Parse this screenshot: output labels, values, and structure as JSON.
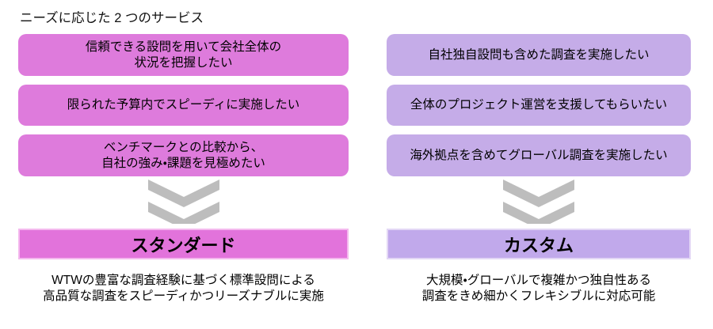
{
  "title": "ニーズに応じた 2 つのサービス",
  "background": "#FFFFFF",
  "text_color": "#000000",
  "icons": {
    "chevron_name": "double-chevron-down",
    "chevron_color": "#BDBDBD"
  },
  "columns": [
    {
      "name": "standard",
      "needs": [
        "信頼できる設問を用いて会社全体の\n状況を把握したい",
        "限られた予算内でスピーディに実施したい",
        "ベンチマークとの比較から、\n自社の強み・課題を見極めたい"
      ],
      "service_name": "スタンダード",
      "description": "WTWの豊富な調査経験に基づく標準設問による\n高品質な調査をスピーディかつリーズナブルに実施",
      "colors": {
        "need_bg": "#DE7BDC",
        "header_bg": "#E273DB",
        "header_border": "#F4B9EE"
      }
    },
    {
      "name": "custom",
      "needs": [
        "自社独自設問も含めた調査を実施したい",
        "全体のプロジェクト運営を支援してもらいたい",
        "海外拠点を含めてグローバル調査を実施したい"
      ],
      "service_name": "カスタム",
      "description": "大規模・グローバルで複雑かつ独自性ある\n調査をきめ細かくフレキシブルに対応可能",
      "colors": {
        "need_bg": "#C5ACE8",
        "header_bg": "#C1A9EB",
        "header_border": "#E3D7F5"
      }
    }
  ]
}
